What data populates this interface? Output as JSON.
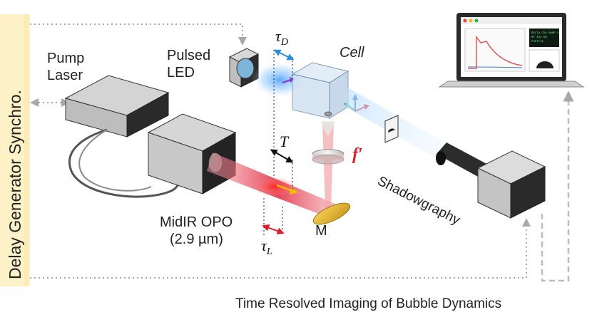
{
  "side_banner": {
    "label": "Delay Generator Synchro.",
    "color": "#fdf1c8"
  },
  "components": {
    "pump_laser": "Pump\nLaser",
    "pulsed_led": "Pulsed\nLED",
    "cell": "Cell",
    "opo": "MidIR OPO\n(2.9 µm)",
    "mirror": "M",
    "shadowgraphy": "Shadowgraphy"
  },
  "symbols": {
    "tau_d": {
      "base": "τ",
      "sub": "D"
    },
    "tau_l": {
      "base": "τ",
      "sub": "L"
    },
    "t": "T",
    "focal": "f′"
  },
  "laptop_screen": {
    "readout_lines": [
      "DELTA CDA OWNR 5",
      "RP 102 KM",
      "POETTIA"
    ]
  },
  "caption": "Time Resolved Imaging of Bubble Dynamics",
  "colors": {
    "laser_beam": "#e0243a",
    "led_glow": "#3aa0ff",
    "tau_d_arrow": "#2a8fd6",
    "tau_l_arrow": "#e21d2a",
    "focal_label": "#d81e2a",
    "mirror": "#e2b020",
    "sync_line": "#a8a8a8"
  },
  "icons": [
    "pump-laser-box",
    "opo-box",
    "led-box",
    "cell-cube",
    "camera",
    "laptop",
    "mirror",
    "lens"
  ]
}
